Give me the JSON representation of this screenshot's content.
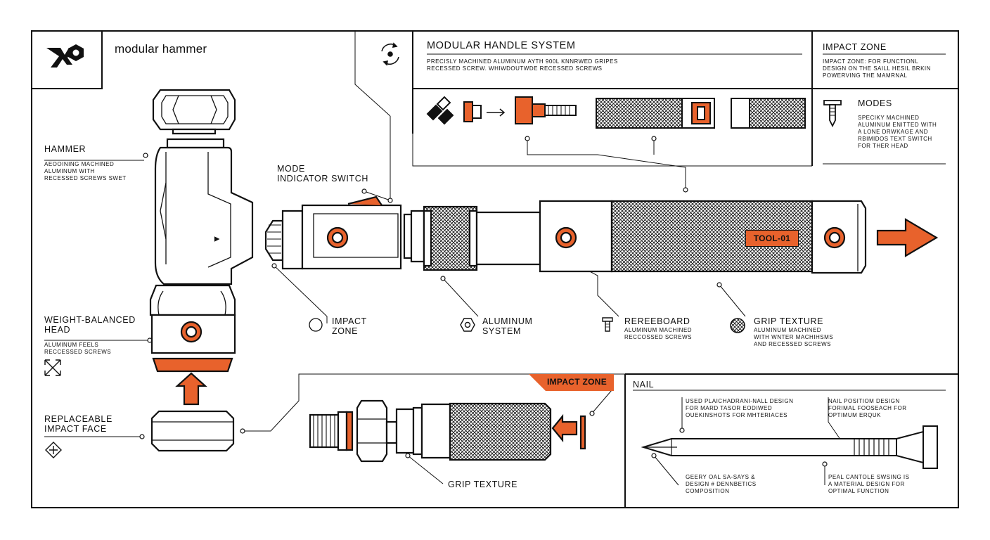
{
  "colors": {
    "accent": "#e8622c",
    "ink": "#111111",
    "paper": "#ffffff"
  },
  "brand": {
    "logo_icon": "hammer-nut-logo",
    "title": "modular hammer"
  },
  "handle_system": {
    "title": "MODULAR HANDLE SYSTEM",
    "desc": "PRECISLY MACHINED ALUMINUM AYTH 900L KNNRWED GRIPES\nRECESSED SCREW. WHIWDOUTWDE RECESSED SCREWS"
  },
  "impact_zone_panel": {
    "title": "IMPACT ZONE",
    "desc": "IMPACT ZONE: FOR FUNCTIONL\nDESIGN ON THE SAILL HESIL BRKIN\nPOWERVING THE MAMRNAL"
  },
  "modes_panel": {
    "icon": "screw-icon",
    "title": "MODES",
    "desc": "SPECIKY MACHINED\nALUMINUM ENITTED WITH\nA LONE DRWKAGE AND\nRBIMIDOS TEXT SWITCH\nFOR THER HEAD"
  },
  "labels": {
    "hammer": {
      "title": "HAMMER",
      "desc": "AEOOINING MACHINED\nALUMINUM WITH\nRECESSED SCREWS SWET"
    },
    "mode_switch": {
      "title": "MODE\nINDICATOR SWITCH"
    },
    "weight": {
      "title": "WEIGHT-BALANCED\nHEAD",
      "desc": "ALUMINUM FEELS\nRECCESSED SCREWS"
    },
    "replaceable": {
      "title": "REPLACEABLE\nIMPACT FACE"
    },
    "impact_zone_callout": {
      "title": "IMPACT\nZONE"
    },
    "aluminum_system": {
      "title": "ALUMINUM\nSYSTEM"
    },
    "rereeboard": {
      "title": "REREEBOARD",
      "desc": "ALUMINUM MACHINED\nRECCOSSED SCREWS"
    },
    "grip_texture": {
      "title": "GRIP TEXTURE",
      "desc": "ALUMINUM MACHINED\nWITH WNTER MACHIHSMS\nAND RECESSED SCREWS"
    },
    "grip_texture_lower": {
      "title": "GRIP TEXTURE"
    }
  },
  "tool_tag": "TOOL-01",
  "impact_zone_tag": "IMPACT ZONE",
  "nail": {
    "title": "NAIL",
    "note_tl": "USED PLAICHADRANI-NALL DESIGN\nFOR MARD TASOR EODIWED\nOUEKINSHOTS FOR MHTERIACES",
    "note_tr": "NAIL POSITIOM DESIGN\nFORIMAL FOOSEACH FOR\nOPTIMUM ERQUK",
    "note_bl": "GEERY OAL SA-SAYS &\nDESIGN # DENNBETICS\nCOMPOSITION",
    "note_br": "PEAL CANTOLE SWSING IS\nA MATERIAL DESIGN FOR\nOPTIMAL FUNCTION"
  }
}
